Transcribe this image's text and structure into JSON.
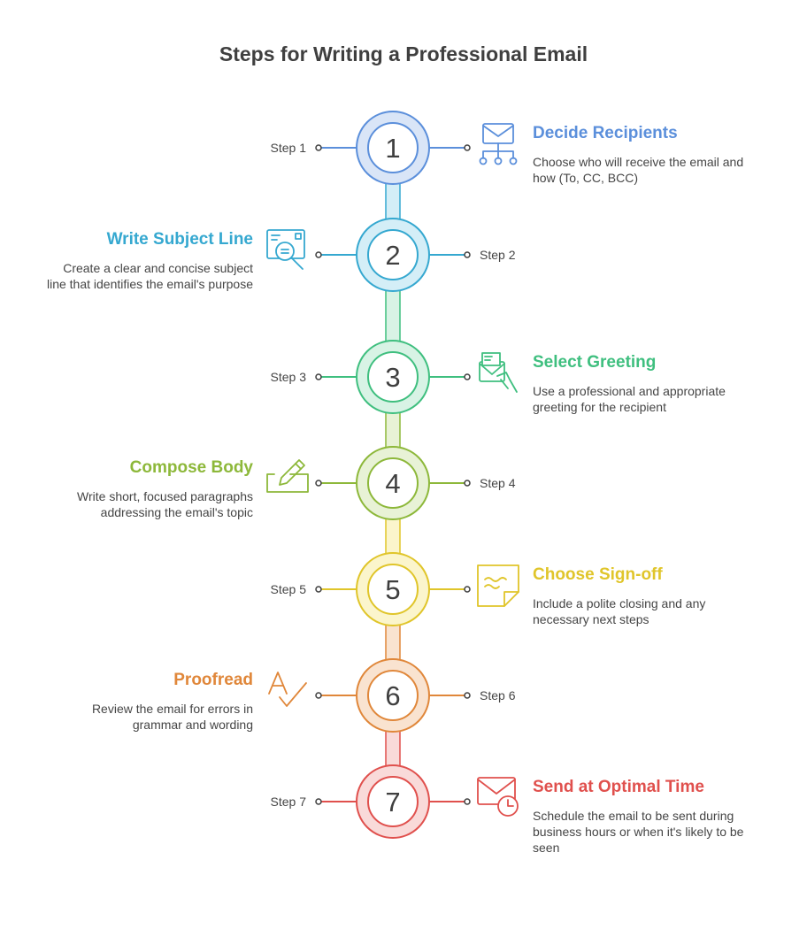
{
  "title": "Steps for Writing a Professional Email",
  "steps": [
    {
      "number": "1",
      "step_label": "Step 1",
      "heading": "Decide Recipients",
      "description": "Choose who will receive the email and how (To, CC, BCC)",
      "icon": "org-mail-icon",
      "color": "#5b8fdb",
      "fill": "#d9e5f7"
    },
    {
      "number": "2",
      "step_label": "Step 2",
      "heading": "Write Subject Line",
      "description": "Create a clear and concise subject line that identifies the email's purpose",
      "icon": "search-document-icon",
      "color": "#35a8d0",
      "fill": "#d4eef7"
    },
    {
      "number": "3",
      "step_label": "Step 3",
      "heading": "Select Greeting",
      "description": "Use a professional and appropriate greeting for the recipient",
      "icon": "hand-envelope-icon",
      "color": "#3fbf7f",
      "fill": "#d8f3e5"
    },
    {
      "number": "4",
      "step_label": "Step 4",
      "heading": "Compose Body",
      "description": "Write short, focused paragraphs addressing the email's topic",
      "icon": "pen-writing-icon",
      "color": "#8db83a",
      "fill": "#e8f2d6"
    },
    {
      "number": "5",
      "step_label": "Step 5",
      "heading": "Choose Sign-off",
      "description": "Include a polite closing and any necessary next steps",
      "icon": "signature-note-icon",
      "color": "#e0c52a",
      "fill": "#fbf5cc"
    },
    {
      "number": "6",
      "step_label": "Step 6",
      "heading": "Proofread",
      "description": "Review the email for errors in grammar and wording",
      "icon": "spell-check-icon",
      "color": "#e0873a",
      "fill": "#f9e3d0"
    },
    {
      "number": "7",
      "step_label": "Step 7",
      "heading": "Send at Optimal Time",
      "description": "Schedule the email to be sent during business hours or when it's likely to be seen",
      "icon": "mail-clock-icon",
      "color": "#e0504d",
      "fill": "#f9dad9"
    }
  ]
}
